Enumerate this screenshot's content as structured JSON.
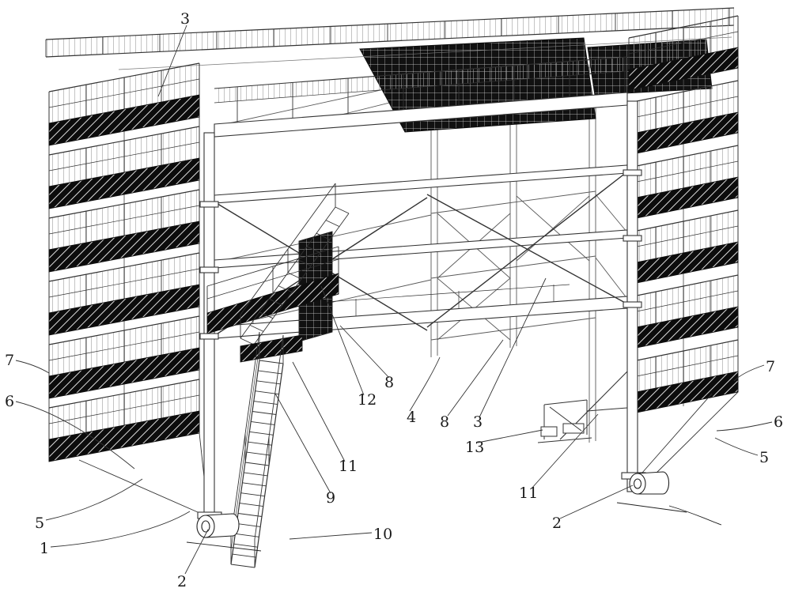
{
  "figure": {
    "colors": {
      "line": "#333333",
      "light_line": "#5a5a5a",
      "panel_fill": "#0c0c0c",
      "hatch_line": "#dddddd",
      "background": "#ffffff"
    },
    "labels": [
      {
        "id": "3-top-left",
        "text": "3"
      },
      {
        "id": "7-left",
        "text": "7"
      },
      {
        "id": "6-left",
        "text": "6"
      },
      {
        "id": "5-left",
        "text": "5"
      },
      {
        "id": "1-bottom-left",
        "text": "1"
      },
      {
        "id": "2-bottom-left",
        "text": "2"
      },
      {
        "id": "10-stair",
        "text": "10"
      },
      {
        "id": "9-stair-rail",
        "text": "9"
      },
      {
        "id": "11-left",
        "text": "11"
      },
      {
        "id": "12-interior",
        "text": "12"
      },
      {
        "id": "8-left",
        "text": "8"
      },
      {
        "id": "4-beam",
        "text": "4"
      },
      {
        "id": "8-right",
        "text": "8"
      },
      {
        "id": "3-right",
        "text": "3"
      },
      {
        "id": "13-bracket",
        "text": "13"
      },
      {
        "id": "11-right",
        "text": "11"
      },
      {
        "id": "2-bottom-right",
        "text": "2"
      },
      {
        "id": "7-right",
        "text": "7"
      },
      {
        "id": "6-right",
        "text": "6"
      },
      {
        "id": "5-right",
        "text": "5"
      }
    ]
  }
}
